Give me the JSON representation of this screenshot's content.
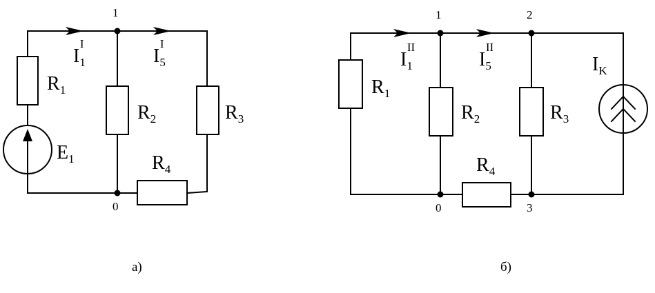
{
  "circuit_a": {
    "caption": "а)",
    "nodes": {
      "n1": "1",
      "n0": "0"
    },
    "R1": {
      "main": "R",
      "sub": "1"
    },
    "R2": {
      "main": "R",
      "sub": "2"
    },
    "R3": {
      "main": "R",
      "sub": "3"
    },
    "R4": {
      "main": "R",
      "sub": "4"
    },
    "E1": {
      "main": "E",
      "sub": "1"
    },
    "I1": {
      "main": "I",
      "sub": "1",
      "sup": "I"
    },
    "I5": {
      "main": "I",
      "sub": "5",
      "sup": "I"
    }
  },
  "circuit_b": {
    "caption": "б)",
    "nodes": {
      "n1": "1",
      "n2": "2",
      "n0": "0",
      "n3": "3"
    },
    "R1": {
      "main": "R",
      "sub": "1"
    },
    "R2": {
      "main": "R",
      "sub": "2"
    },
    "R3": {
      "main": "R",
      "sub": "3"
    },
    "R4": {
      "main": "R",
      "sub": "4"
    },
    "IK": {
      "main": "I",
      "sub": "K"
    },
    "I1": {
      "main": "I",
      "sub": "1",
      "sup": "II"
    },
    "I5": {
      "main": "I",
      "sub": "5",
      "sup": "II"
    }
  }
}
